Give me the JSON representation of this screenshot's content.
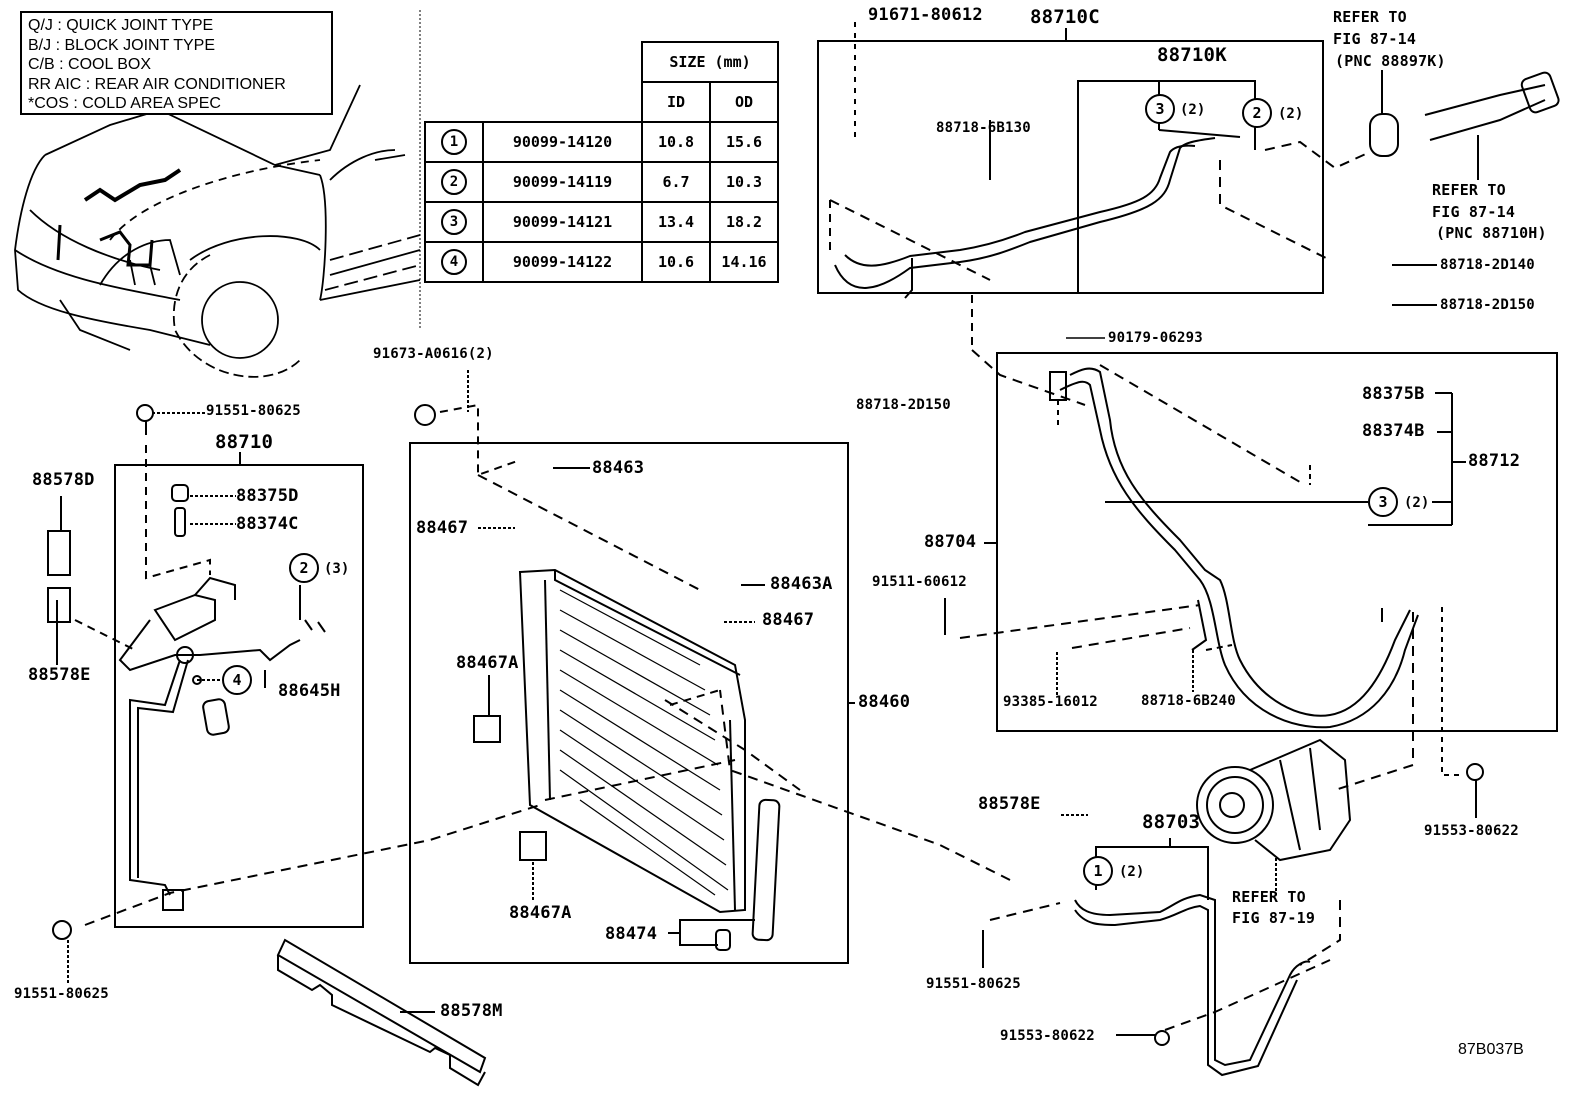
{
  "figure_id": "87B037B",
  "legend": [
    {
      "abbr": "Q/J",
      "meaning": "QUICK JOINT TYPE",
      "text": "Q/J  :  QUICK JOINT TYPE"
    },
    {
      "abbr": "B/J",
      "meaning": "BLOCK JOINT TYPE",
      "text": "B/J  :  BLOCK JOINT TYPE"
    },
    {
      "abbr": "C/B",
      "meaning": "COOL BOX",
      "text": "C/B  :  COOL BOX"
    },
    {
      "abbr": "RR AIC",
      "meaning": "REAR AIR CONDITIONER",
      "text": "RR AIC  :  REAR AIR CONDITIONER"
    },
    {
      "abbr": "*COS",
      "meaning": "COLD AREA SPEC",
      "text": "*COS  :  COLD AREA SPEC"
    }
  ],
  "size_table": {
    "header": "SIZE (mm)",
    "col_id": "ID",
    "col_od": "OD",
    "rows": [
      {
        "ref": "1",
        "part": "90099-14120",
        "id": "10.8",
        "od": "15.6"
      },
      {
        "ref": "2",
        "part": "90099-14119",
        "id": "6.7",
        "od": "10.3"
      },
      {
        "ref": "3",
        "part": "90099-14121",
        "id": "13.4",
        "od": "18.2"
      },
      {
        "ref": "4",
        "part": "90099-14122",
        "id": "10.6",
        "od": "14.16"
      }
    ]
  },
  "labels": {
    "p91671_80612": "91671-80612",
    "p88710C": "88710C",
    "p88710K": "88710K",
    "p88718_6B130": "88718-6B130",
    "ref_fig_87_14_a_1": "REFER TO",
    "ref_fig_87_14_a_2": "FIG 87-14",
    "ref_fig_87_14_a_3": "(PNC 88897K)",
    "ref_fig_87_14_b_1": "REFER TO",
    "ref_fig_87_14_b_2": "FIG 87-14",
    "ref_fig_87_14_b_3": "(PNC 88710H)",
    "p88718_2D140": "88718-2D140",
    "p88718_2D150_r": "88718-2D150",
    "p88718_2D150_c": "88718-2D150",
    "p90179_06293": "90179-06293",
    "p88375B": "88375B",
    "p88374B": "88374B",
    "p88712": "88712",
    "p88704": "88704",
    "p91511_60612": "91511-60612",
    "p93385_16012": "93385-16012",
    "p88718_6B240": "88718-6B240",
    "p91553_80622_r": "91553-80622",
    "p88578E_r": "88578E",
    "p88703": "88703",
    "ref_fig_87_19_1": "REFER TO",
    "ref_fig_87_19_2": "FIG 87-19",
    "p91551_80625_c": "91551-80625",
    "p91553_80622_b": "91553-80622",
    "p91673_A0616": "91673-A0616(2)",
    "p88463": "88463",
    "p88467_a": "88467",
    "p88463A": "88463A",
    "p88467_b": "88467",
    "p88467A_a": "88467A",
    "p88467A_b": "88467A",
    "p88460": "88460",
    "p88474": "88474",
    "p88578M": "88578M",
    "p91551_80625_t": "91551-80625",
    "p88710": "88710",
    "p88578D": "88578D",
    "p88375D": "88375D",
    "p88374C": "88374C",
    "p88578E_l": "88578E",
    "p88645H": "88645H",
    "p91551_80625_l": "91551-80625"
  },
  "callouts": {
    "c3_88710K": {
      "ref": "3",
      "qty": "(2)"
    },
    "c2_88710K": {
      "ref": "2",
      "qty": "(2)"
    },
    "c3_88712": {
      "ref": "3",
      "qty": "(2)"
    },
    "c2_88710": {
      "ref": "2",
      "qty": "(3)"
    },
    "c4_88645H": {
      "ref": "4",
      "qty": ""
    },
    "c1_88703": {
      "ref": "1",
      "qty": "(2)"
    }
  }
}
